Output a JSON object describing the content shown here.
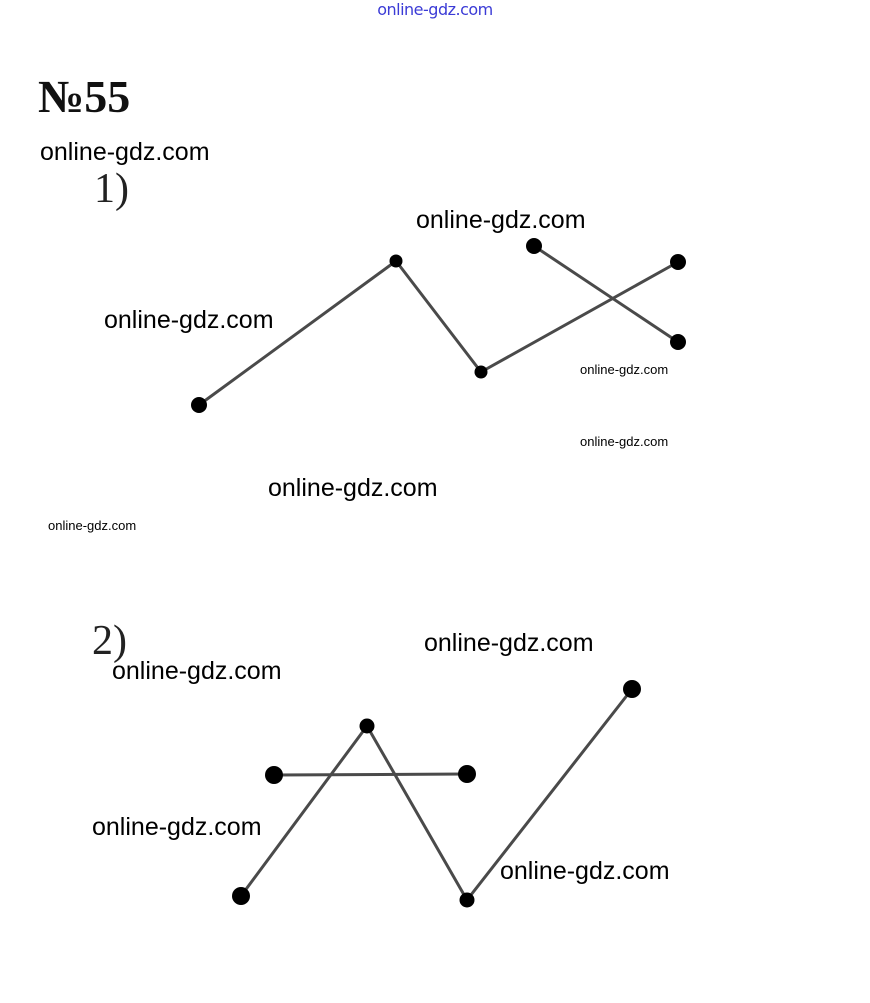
{
  "header": {
    "site": "online-gdz.com"
  },
  "task": {
    "number": "№55"
  },
  "parts": [
    {
      "label": "1)"
    },
    {
      "label": "2)"
    }
  ],
  "watermarks": [
    "online-gdz.com",
    "online-gdz.com",
    "online-gdz.com",
    "online-gdz.com",
    "online-gdz.com",
    "online-gdz.com",
    "online-gdz.com",
    "online-gdz.com",
    "online-gdz.com",
    "online-gdz.com",
    "online-gdz.com",
    "online-gdz.com"
  ],
  "colors": {
    "line": "#4a4a4a",
    "point": "#000000",
    "header_link": "#3b3bd6"
  }
}
